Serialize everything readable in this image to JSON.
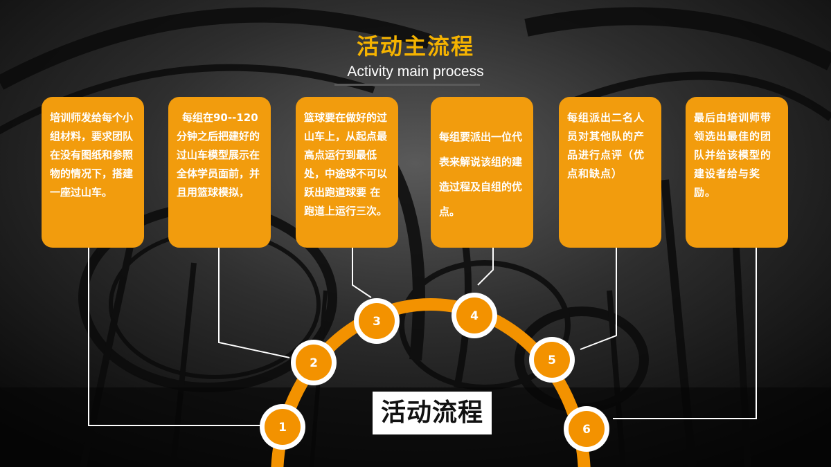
{
  "slide": {
    "title": "活动主流程",
    "subtitle": "Activity main process",
    "center_label": "活动流程"
  },
  "steps": [
    {
      "number": "1",
      "text": "培训师发给每个小组材料，要求团队在没有图纸和参照物的情况下，搭建一座过山车。"
    },
    {
      "number": "2",
      "text": "每组在90--120分钟之后把建好的过山车模型展示在全体学员面前，并且用篮球模拟，"
    },
    {
      "number": "3",
      "text": "篮球要在做好的过山车上，从起点最高点运行到最低处，中途球不可以跃出跑道球要 在跑道上运行三次。"
    },
    {
      "number": "4",
      "text": "每组要派出一位代表来解说该组的建造过程及自组的优点。"
    },
    {
      "number": "5",
      "text": "每组派出二名人员对其他队的产品进行点评（优点和缺点）"
    },
    {
      "number": "6",
      "text": "最后由培训师带领选出最佳的团队并给该模型的建设者给与奖励。"
    }
  ],
  "colors": {
    "accent": "#f29c0d",
    "title": "#f5b300",
    "arc": "#f39200",
    "circle_fill": "#f39200",
    "connector": "#ffffff"
  }
}
